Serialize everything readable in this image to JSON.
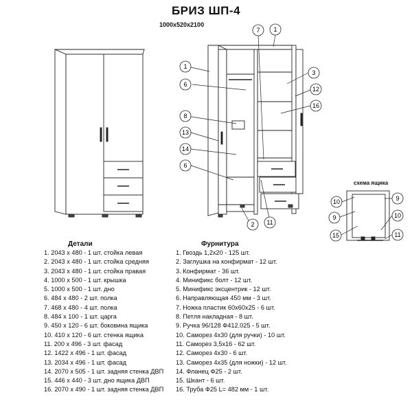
{
  "title": "БРИЗ ШП-4",
  "dimensions": "1000x520x2100",
  "scheme_label": "схема ящика",
  "callouts": {
    "c1a": "1",
    "c7": "7",
    "c1b": "1",
    "c3": "3",
    "c12": "12",
    "c6a": "6",
    "c16": "16",
    "c8": "8",
    "c13": "13",
    "c14": "14",
    "c6b": "6",
    "c2": "2",
    "c11a": "11",
    "s10a": "10",
    "s9a": "9",
    "s9b": "9",
    "s10b": "10",
    "s15": "15",
    "s11": "11"
  },
  "details": {
    "header": "Детали",
    "items": [
      "1. 2043 x 480 - 1 шт. стойка левая",
      "2. 2043 x 480 - 1 шт. стойка средняя",
      "3. 2043 x 480 - 1 шт. стойка правая",
      "4. 1000 x 500 - 1 шт. крышка",
      "5. 1000 x 500 - 1 шт. дно",
      "6. 484 x 480 - 2 шт. полка",
      "7. 468 x 480 - 4 шт. полка",
      "8. 484 x 100 - 1 шт. царга",
      "9. 450 x 120 - 6 шт. боковина ящика",
      "10. 410 x 120 - 6 шт. стенка ящика",
      "11. 200 x 496 - 3 шт. фасад",
      "12. 1422 x 496 - 1 шт. фасад",
      "13. 2034 x 496 - 1 шт. фасад",
      "14. 2070 x 505 - 1 шт. задняя стенка ДВП",
      "15. 446 x 440 - 3 шт. дно ящика ДВП",
      "16. 2070 x 490 - 1 шт. задняя стенка ДВП"
    ]
  },
  "hardware": {
    "header": "Фурнитура",
    "items": [
      "1. Гвоздь 1,2x20 - 125 шт.",
      "2. Заглушка на конфирмат - 12 шт.",
      "3. Конфирмат - 36 шт.",
      "4. Минификс болт - 12 шт.",
      "5. Минификс эксцентрик - 12 шт.",
      "6. Направляющая 450 мм - 3 шт.",
      "7. Ножка пластик 60x60x25 - 6 шт.",
      "8. Петля накладная - 8 шт.",
      "9. Ручка 96/128 Ф412.025 - 5 шт.",
      "10. Саморез 4x30 (для ручки) - 10 шт.",
      "11. Саморез 3,5x16 - 62 шт.",
      "12. Саморез 4x30 - 6 шт.",
      "13. Саморез 4x35 (для ножки) - 12 шт.",
      "14. Фланец Ф25 - 2 шт.",
      "15. Шкант - 6 шт.",
      "16. Труба Ф25 L= 482 мм - 1 шт."
    ]
  }
}
